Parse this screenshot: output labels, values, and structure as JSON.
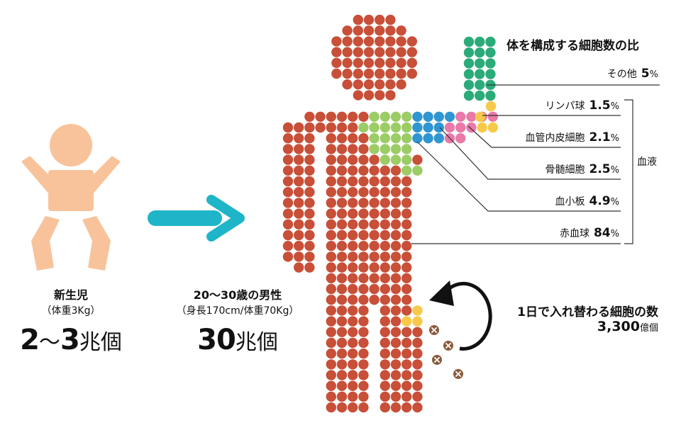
{
  "newborn": {
    "title": "新生児",
    "subtitle": "（体重3Kg）",
    "count_num_a": "2",
    "count_sep": "〜",
    "count_num_b": "3",
    "count_unit": "兆個"
  },
  "adult": {
    "title": "20〜30歳の男性",
    "subtitle": "（身長170cm/体重70Kg）",
    "count_num": "30",
    "count_unit": "兆個"
  },
  "legend": {
    "title": "体を構成する細胞数の比",
    "group_label": "血液",
    "percent_sign": "%",
    "items": [
      {
        "label": "その他",
        "value": "5",
        "color": "#2bab7a"
      },
      {
        "label": "リンパ球",
        "value": "1.5",
        "color": "#f7c94a"
      },
      {
        "label": "血管内皮細胞",
        "value": "2.1",
        "color": "#e879a8"
      },
      {
        "label": "骨髄細胞",
        "value": "2.5",
        "color": "#2f96d2"
      },
      {
        "label": "血小板",
        "value": "4.9",
        "color": "#9ccc65"
      },
      {
        "label": "赤血球",
        "value": "84",
        "color": "#c84f38"
      }
    ]
  },
  "turnover": {
    "title": "1日で入れ替わる細胞の数",
    "value": "3,300",
    "unit": "億個"
  },
  "colors": {
    "baby": "#f8c39a",
    "arrow": "#1fb5c9",
    "dead_cell": "#8b5a3c"
  }
}
